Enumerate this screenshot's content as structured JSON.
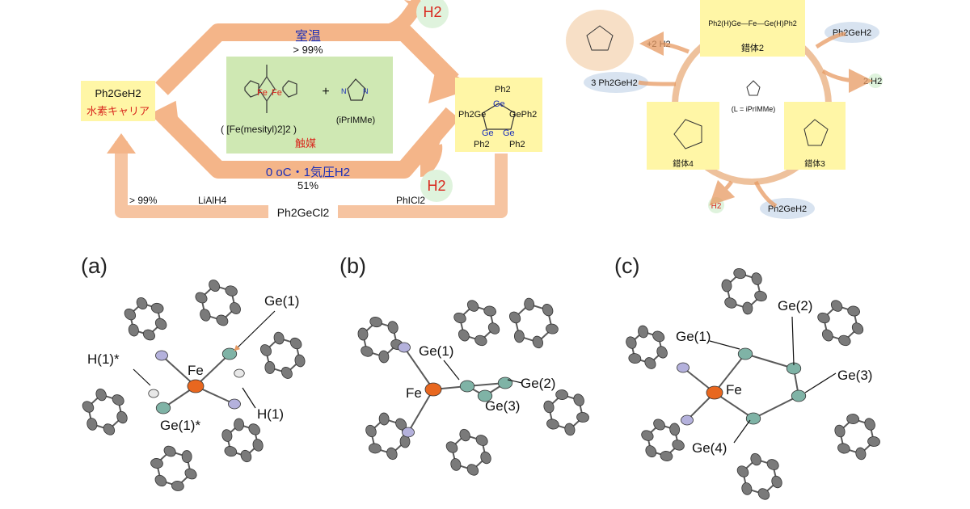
{
  "colors": {
    "arrow": "#f4b589",
    "arrow_dark": "#e79a62",
    "yellow_box": "#fff6a6",
    "green_box": "#cfe8b3",
    "cycle_ring": "#eec19c",
    "blue_text": "#1b2fb8",
    "red_text": "#d9281e",
    "h2_bubble": "#dff3dd",
    "reagent_bubble": "#d8e3f0",
    "ge_atom": "#7fb3a6",
    "fe_atom": "#e8671f",
    "n_atom": "#b4b1dc",
    "c_atom": "#7a7a7a"
  },
  "scheme": {
    "left_box": {
      "line1": "Ph2GeH2",
      "line2": "水素キャリア"
    },
    "top_condition": "室温",
    "top_yield": "> 99%",
    "h2_top": "H2",
    "h2_bottom": "H2",
    "catalyst_formula": "( [Fe(mesityl)2]2 )",
    "catalyst_plus": "+",
    "ligand_abbrev": "(iPrIMMe)",
    "catalyst_label": "触媒",
    "bottom_condition": "0 oC・1気圧H2",
    "bottom_yield": "51%",
    "bottom_reagent": "Ph2GeCl2",
    "bottom_left_yield": "> 99%",
    "bottom_left_reagent": "LiAlH4",
    "bottom_right_reagent": "PhICl2",
    "product_labels": [
      "Ph2",
      "Ge",
      "Ph2Ge",
      "GePh2",
      "Ge",
      "Ge",
      "Ph2",
      "Ph2"
    ]
  },
  "cycle": {
    "complex2_label": "錯体2",
    "complex3_label": "錯体3",
    "complex4_label": "錯体4",
    "complex2_formula": "Ph2(H)Ge—Fe—Ge(H)Ph2",
    "ligand_def": "(L = iPrIMMe)",
    "reagent_top": "Ph2GeH2",
    "reagent_left": "3 Ph2GeH2",
    "reagent_bottom": "Ph2GeH2",
    "h2_right": "2 H2",
    "h2_topleft": "+2 H2",
    "h2_bottom": "H2"
  },
  "structures": [
    {
      "panel": "(a)",
      "labels": [
        "Ge(1)",
        "H(1)*",
        "Fe",
        "H(1)",
        "Ge(1)*"
      ]
    },
    {
      "panel": "(b)",
      "labels": [
        "Ge(1)",
        "Fe",
        "Ge(2)",
        "Ge(3)"
      ]
    },
    {
      "panel": "(c)",
      "labels": [
        "Ge(2)",
        "Ge(1)",
        "Fe",
        "Ge(3)",
        "Ge(4)"
      ]
    }
  ]
}
